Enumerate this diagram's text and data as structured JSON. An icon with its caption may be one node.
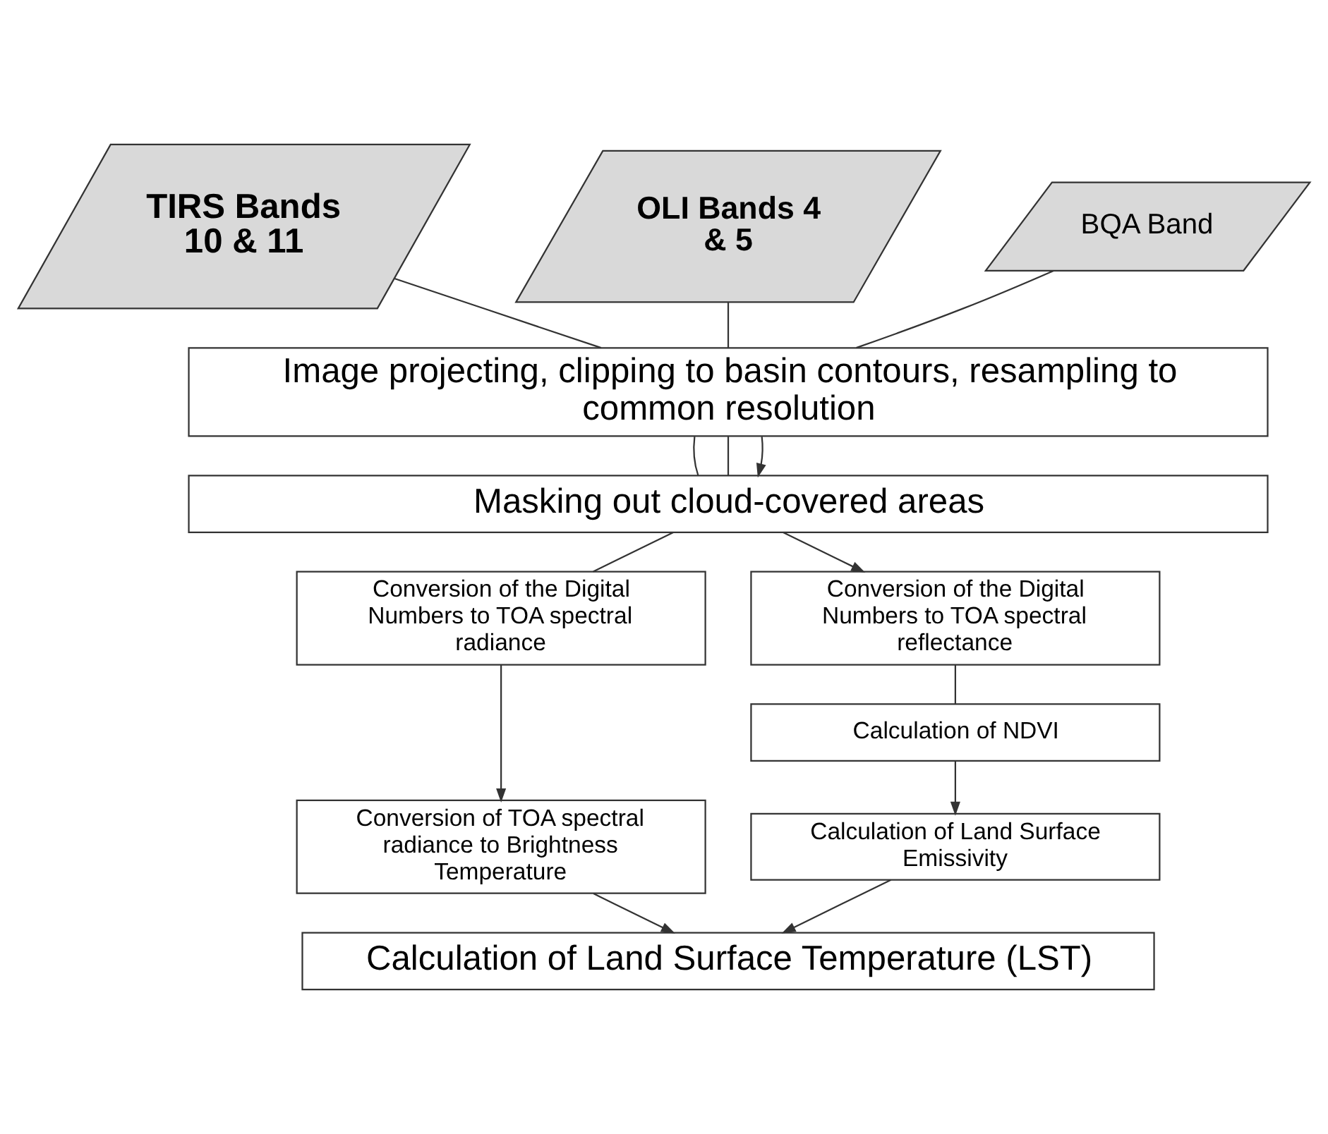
{
  "diagram": {
    "nodes": [
      {
        "text": [
          "TIRS Bands 10 & 11"
        ]
      },
      {
        "text": [
          "OLI Bands 4 & 5"
        ]
      },
      {
        "text": [
          "BQA Band"
        ]
      },
      {
        "text": [
          "Image projecting, clipping to basin contours, resampling to common resolution"
        ]
      },
      {
        "text": [
          "Masking out cloud-covered areas"
        ]
      },
      {
        "text": [
          "Conversion of the Digital Numbers to TOA spectral radiance"
        ]
      },
      {
        "text": [
          "Conversion of the Digital Numbers to TOA spectral reflectance"
        ]
      },
      {
        "text": [
          "Calculation of NDVI"
        ]
      },
      {
        "text": [
          "Conversion of TOA spectral radiance to Brightness Temperature"
        ]
      },
      {
        "text": [
          "Calculation of Land Surface Emissivity"
        ]
      },
      {
        "text": [
          "Calculation of Land Surface Temperature (LST)"
        ]
      }
    ],
    "edges": [
      {
        "from": 0,
        "to": 3,
        "arrow": "none"
      },
      {
        "from": 1,
        "to": 3,
        "arrow": "none"
      },
      {
        "from": 2,
        "to": 3,
        "arrow": "none"
      },
      {
        "from": 3,
        "to": 4,
        "arrow": "none"
      },
      {
        "from": 3,
        "to": 4,
        "arrow": "none"
      },
      {
        "from": 3,
        "to": 4,
        "arrow": "to"
      },
      {
        "from": 4,
        "to": 5,
        "arrow": "none"
      },
      {
        "from": 4,
        "to": 6,
        "arrow": "to"
      },
      {
        "from": 6,
        "to": 7,
        "arrow": "none"
      },
      {
        "from": 5,
        "to": 8,
        "arrow": "to"
      },
      {
        "from": 7,
        "to": 9,
        "arrow": "to"
      },
      {
        "from": 8,
        "to": 10,
        "arrow": "to"
      },
      {
        "from": 9,
        "to": 10,
        "arrow": "to"
      }
    ]
  }
}
